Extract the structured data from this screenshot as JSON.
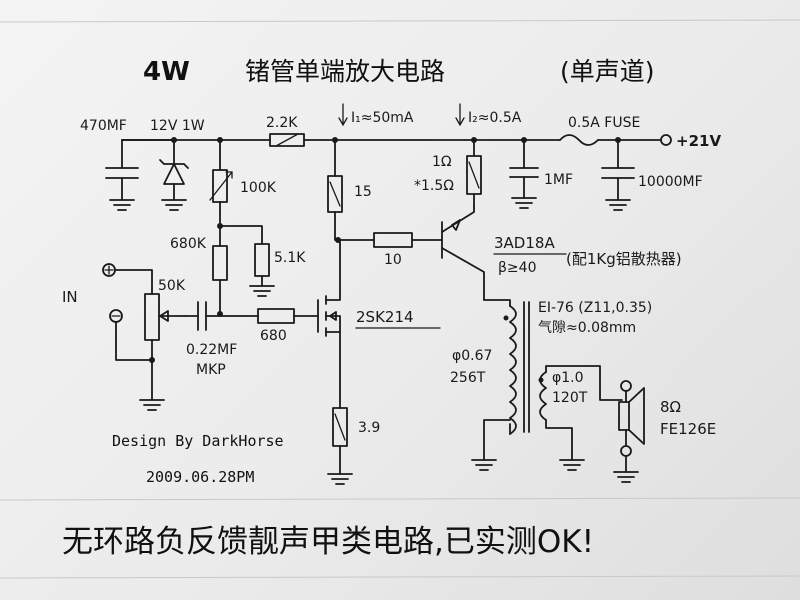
{
  "title": {
    "power": "4W",
    "text": "锗管单端放大电路",
    "channel": "(单声道)"
  },
  "supply": {
    "voltage": "+21V",
    "fuse": "0.5A FUSE",
    "current_i1": "I₁≈50mA",
    "current_i2": "I₂≈0.5A"
  },
  "components": {
    "c_470uf": "470MF",
    "zener": "12V 1W",
    "r_2k2": "2.2K",
    "pot_100k": "100K",
    "r_680k": "680K",
    "r_5k1": "5.1K",
    "pot_50k": "50K",
    "c_022": "0.22MF",
    "c_022_type": "MKP",
    "r_680": "680",
    "r_15": "15",
    "r_10": "10",
    "r_3_9": "3.9",
    "r_1ohm": "1Ω",
    "r_1_5ohm": "*1.5Ω",
    "c_1uf": "1MF",
    "c_10000uf": "10000MF",
    "mosfet": "2SK214",
    "transistor": "3AD18A",
    "beta": "β≥40",
    "heatsink": "(配1Kg铝散热器)",
    "transformer": "EI-76 (Z11,0.35)",
    "air_gap": "气隙≈0.08mm",
    "primary_wire": "φ0.67",
    "primary_turns": "256T",
    "secondary_wire": "φ1.0",
    "secondary_turns": "120T",
    "speaker_impedance": "8Ω",
    "speaker_model": "FE126E",
    "input": "IN"
  },
  "credits": {
    "designer": "Design By DarkHorse",
    "date": "2009.06.28PM"
  },
  "note": "无环路负反馈靓声甲类电路,已实测OK!"
}
